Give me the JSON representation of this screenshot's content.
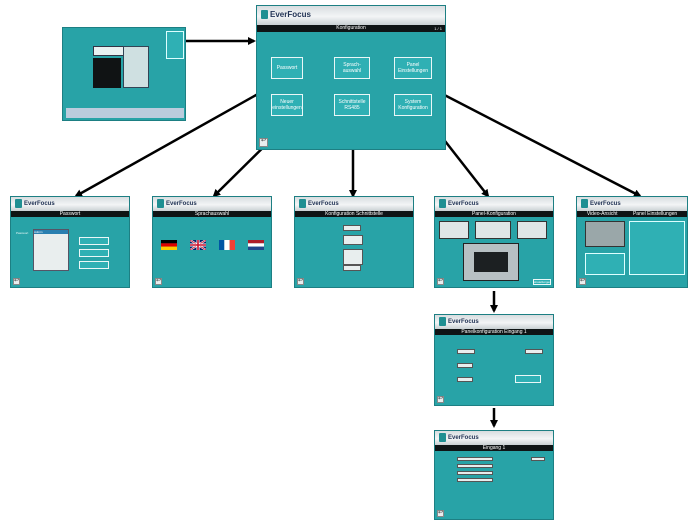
{
  "brand": {
    "name": "EverFocus"
  },
  "main_screen": {
    "title": "Konfiguration",
    "page": "1 / 1",
    "buttons": [
      "Passwort",
      "Sprach-\nauswahl",
      "Panel\nEinstellungen",
      "Neuer\neinstellungen",
      "Schnittstelle\nRS485",
      "System\nKonfiguration"
    ]
  },
  "sub_screens": {
    "password": {
      "title": "Passwort",
      "label": "Passwort",
      "list_item": "Admin",
      "buttons": [
        "",
        "",
        ""
      ]
    },
    "language": {
      "title": "Sprachauswahl",
      "flags": [
        "flag-de",
        "flag-gb",
        "flag-fr",
        "flag-nl"
      ]
    },
    "rs485": {
      "title": "Konfiguration Schnittstelle"
    },
    "panel": {
      "title": "Panel-Konfiguration",
      "corner_label": "Einstellungen"
    },
    "system": {
      "title": "Video-Ansicht",
      "title2": "Panel Einstellungen"
    },
    "panel_detail": {
      "title": "Panelkonfiguration Eingang 1"
    },
    "panel_detail2": {
      "title": "Eingang 1"
    }
  },
  "colors": {
    "screen": "#28a3a7",
    "arrow": "#000000"
  }
}
